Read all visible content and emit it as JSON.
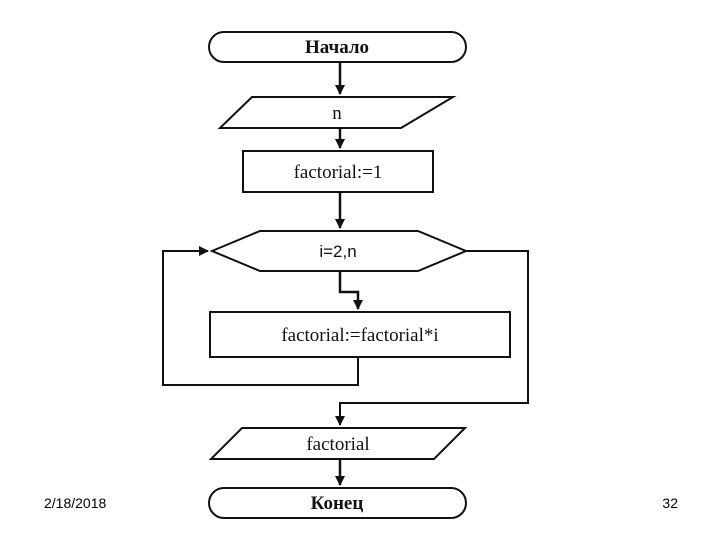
{
  "flowchart": {
    "start_label": "Начало",
    "input_label": "n",
    "init_label": "factorial:=1",
    "loop_label": "i=2,n",
    "body_label": "factorial:=factorial*i",
    "output_label": "factorial",
    "end_label": "Конец"
  },
  "footer": {
    "date": "2/18/2018",
    "page_number": "32"
  },
  "colors": {
    "stroke": "#111111",
    "background": "#ffffff"
  }
}
